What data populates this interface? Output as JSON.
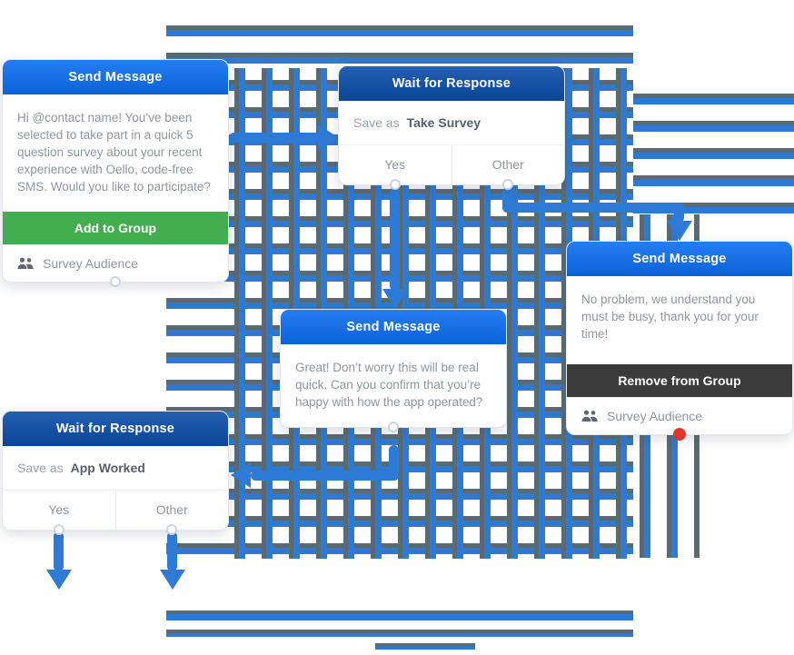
{
  "colors": {
    "send_header_blue": "#0d6ef0",
    "wait_header_navy": "#0b4da8",
    "add_group_green": "#43ad4f",
    "remove_group_dark": "#3b3b3b",
    "arrow_blue": "#2e7bd7",
    "grid_gray": "#5a6a74",
    "grid_blue": "#2d7ad4",
    "connection_red": "#e0352b",
    "body_text_gray": "#8f96a0"
  },
  "icons": {
    "audience": "users-icon"
  },
  "nodes": {
    "send_message_1": {
      "title": "Send Message",
      "body": "Hi @contact name! You’ve been selected to take part in a quick 5 question survey about your recent experience with Oello, code-free SMS. Would you like to participate?",
      "action_label": "Add to Group",
      "audience_label": "Survey Audience"
    },
    "wait_for_response_1": {
      "title": "Wait for Response",
      "save_as_label": "Save as",
      "save_as_value": "Take Survey",
      "options": [
        "Yes",
        "Other"
      ]
    },
    "send_message_2": {
      "title": "Send Message",
      "body": "Great! Don’t worry this will be real quick. Can you confirm that you’re happy with how the app operated?"
    },
    "send_message_3": {
      "title": "Send Message",
      "body": "No problem, we understand you must be busy, thank you for your time!",
      "action_label": "Remove from Group",
      "audience_label": "Survey Audience"
    },
    "wait_for_response_2": {
      "title": "Wait for Response",
      "save_as_label": "Save as",
      "save_as_value": "App Worked",
      "options": [
        "Yes",
        "Other"
      ]
    }
  }
}
